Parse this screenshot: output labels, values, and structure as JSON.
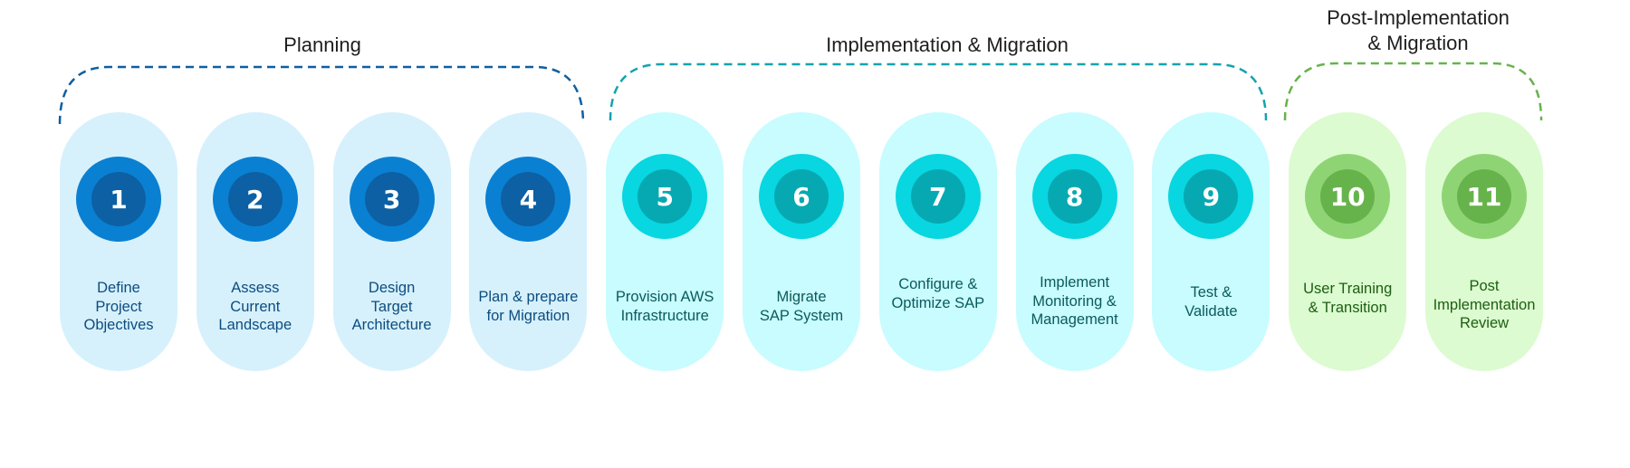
{
  "phases": [
    {
      "title_lines": [
        "Planning"
      ],
      "color": "#0d5fa3",
      "theme": "blue"
    },
    {
      "title_lines": [
        "Implementation & Migration"
      ],
      "color": "#14a3b0",
      "theme": "teal"
    },
    {
      "title_lines": [
        "Post-Implementation",
        "& Migration"
      ],
      "color": "#66b34b",
      "theme": "green"
    }
  ],
  "steps": [
    {
      "number": "1",
      "label_lines": [
        "Define",
        "Project",
        "Objectives"
      ],
      "phase": 0
    },
    {
      "number": "2",
      "label_lines": [
        "Assess",
        "Current",
        "Landscape"
      ],
      "phase": 0
    },
    {
      "number": "3",
      "label_lines": [
        "Design",
        "Target",
        "Architecture"
      ],
      "phase": 0
    },
    {
      "number": "4",
      "label_lines": [
        "Plan & prepare",
        "for Migration"
      ],
      "phase": 0
    },
    {
      "number": "5",
      "label_lines": [
        "Provision AWS",
        "Infrastructure"
      ],
      "phase": 1
    },
    {
      "number": "6",
      "label_lines": [
        "Migrate",
        "SAP System"
      ],
      "phase": 1
    },
    {
      "number": "7",
      "label_lines": [
        "Configure &",
        "Optimize SAP"
      ],
      "phase": 1
    },
    {
      "number": "8",
      "label_lines": [
        "Implement",
        "Monitoring &",
        "Management"
      ],
      "phase": 1
    },
    {
      "number": "9",
      "label_lines": [
        "Test &",
        "Validate"
      ],
      "phase": 1
    },
    {
      "number": "10",
      "label_lines": [
        "User Training",
        "& Transition"
      ],
      "phase": 2
    },
    {
      "number": "11",
      "label_lines": [
        "Post",
        "Implementation",
        "Review"
      ],
      "phase": 2
    }
  ],
  "colors": {
    "blue_pill": "#d6f1fc",
    "blue_outer": "#0a80d2",
    "blue_inner": "#0d60a3",
    "blue_text": "#0d4c80",
    "teal_pill": "#c8fcff",
    "teal_outer": "#08d6e0",
    "teal_inner": "#06a9b2",
    "teal_text": "#0b5a5c",
    "green_pill": "#dcfbd0",
    "green_outer": "#8fd474",
    "green_inner": "#66b34b",
    "green_text": "#1d5e12",
    "title_text": "#1e1e1e"
  }
}
